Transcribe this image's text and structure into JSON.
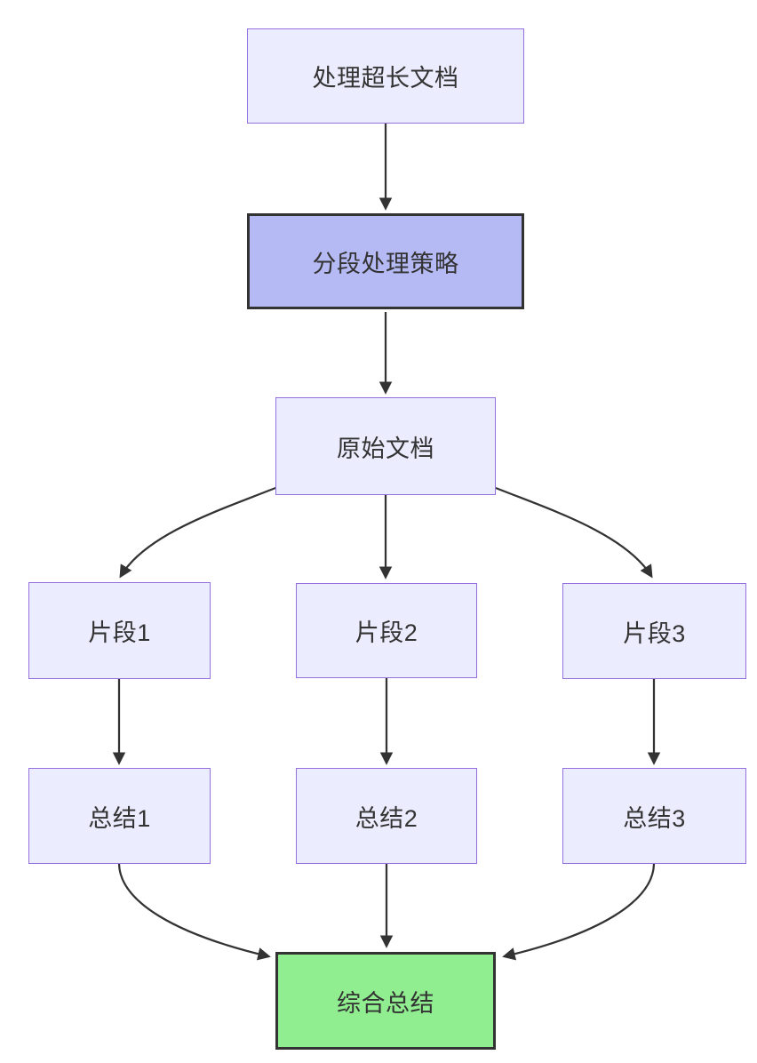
{
  "diagram": {
    "type": "flowchart",
    "direction": "top-down",
    "nodes": [
      {
        "id": "A",
        "label": "处理超长文档",
        "style": "default"
      },
      {
        "id": "B",
        "label": "分段处理策略",
        "style": "highlight"
      },
      {
        "id": "C",
        "label": "原始文档",
        "style": "default"
      },
      {
        "id": "D",
        "label": "片段1",
        "style": "default"
      },
      {
        "id": "E",
        "label": "片段2",
        "style": "default"
      },
      {
        "id": "F",
        "label": "片段3",
        "style": "default"
      },
      {
        "id": "G",
        "label": "总结1",
        "style": "default"
      },
      {
        "id": "H",
        "label": "总结2",
        "style": "default"
      },
      {
        "id": "I",
        "label": "总结3",
        "style": "default"
      },
      {
        "id": "J",
        "label": "综合总结",
        "style": "success"
      }
    ],
    "edges": [
      {
        "from": "处理超长文档",
        "to": "分段处理策略"
      },
      {
        "from": "分段处理策略",
        "to": "原始文档"
      },
      {
        "from": "原始文档",
        "to": "片段1"
      },
      {
        "from": "原始文档",
        "to": "片段2"
      },
      {
        "from": "原始文档",
        "to": "片段3"
      },
      {
        "from": "片段1",
        "to": "总结1"
      },
      {
        "from": "片段2",
        "to": "总结2"
      },
      {
        "from": "片段3",
        "to": "总结3"
      },
      {
        "from": "总结1",
        "to": "综合总结"
      },
      {
        "from": "总结2",
        "to": "综合总结"
      },
      {
        "from": "总结3",
        "to": "综合总结"
      }
    ],
    "colors": {
      "background": "#ffffff",
      "node_fill": "#ececff",
      "node_border": "#9370db",
      "highlight_fill": "#b6baf4",
      "success_fill": "#90ee90",
      "strong_border": "#333333",
      "edge_color": "#333333",
      "text_color": "#333333"
    }
  }
}
